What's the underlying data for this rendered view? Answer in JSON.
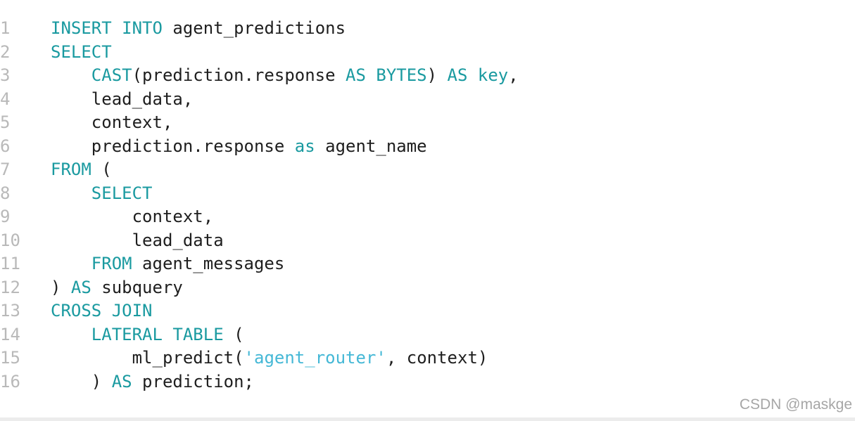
{
  "editor": {
    "lines": [
      {
        "no": "1",
        "indent": "",
        "tokens": [
          {
            "t": "kw",
            "v": "INSERT INTO"
          },
          {
            "t": "plain",
            "v": " agent_predictions"
          }
        ]
      },
      {
        "no": "2",
        "indent": "",
        "tokens": [
          {
            "t": "kw",
            "v": "SELECT"
          }
        ]
      },
      {
        "no": "3",
        "indent": "    ",
        "tokens": [
          {
            "t": "kw",
            "v": "CAST"
          },
          {
            "t": "plain",
            "v": "(prediction.response "
          },
          {
            "t": "kw",
            "v": "AS BYTES"
          },
          {
            "t": "plain",
            "v": ") "
          },
          {
            "t": "kw",
            "v": "AS"
          },
          {
            "t": "plain",
            "v": " "
          },
          {
            "t": "kw",
            "v": "key"
          },
          {
            "t": "plain",
            "v": ","
          }
        ]
      },
      {
        "no": "4",
        "indent": "    ",
        "tokens": [
          {
            "t": "plain",
            "v": "lead_data,"
          }
        ]
      },
      {
        "no": "5",
        "indent": "    ",
        "tokens": [
          {
            "t": "plain",
            "v": "context,"
          }
        ]
      },
      {
        "no": "6",
        "indent": "    ",
        "tokens": [
          {
            "t": "plain",
            "v": "prediction.response "
          },
          {
            "t": "kw",
            "v": "as"
          },
          {
            "t": "plain",
            "v": " agent_name"
          }
        ]
      },
      {
        "no": "7",
        "indent": "",
        "tokens": [
          {
            "t": "kw",
            "v": "FROM"
          },
          {
            "t": "plain",
            "v": " ("
          }
        ]
      },
      {
        "no": "8",
        "indent": "    ",
        "tokens": [
          {
            "t": "kw",
            "v": "SELECT"
          }
        ]
      },
      {
        "no": "9",
        "indent": "        ",
        "tokens": [
          {
            "t": "plain",
            "v": "context,"
          }
        ]
      },
      {
        "no": "10",
        "indent": "        ",
        "tokens": [
          {
            "t": "plain",
            "v": "lead_data"
          }
        ]
      },
      {
        "no": "11",
        "indent": "    ",
        "tokens": [
          {
            "t": "kw",
            "v": "FROM"
          },
          {
            "t": "plain",
            "v": " agent_messages"
          }
        ]
      },
      {
        "no": "12",
        "indent": "",
        "tokens": [
          {
            "t": "plain",
            "v": ") "
          },
          {
            "t": "kw",
            "v": "AS"
          },
          {
            "t": "plain",
            "v": " subquery"
          }
        ]
      },
      {
        "no": "13",
        "indent": "",
        "tokens": [
          {
            "t": "kw",
            "v": "CROSS JOIN"
          }
        ]
      },
      {
        "no": "14",
        "indent": "    ",
        "tokens": [
          {
            "t": "kw",
            "v": "LATERAL TABLE"
          },
          {
            "t": "plain",
            "v": " ("
          }
        ]
      },
      {
        "no": "15",
        "indent": "        ",
        "tokens": [
          {
            "t": "plain",
            "v": "ml_predict("
          },
          {
            "t": "str",
            "v": "'agent_router'"
          },
          {
            "t": "plain",
            "v": ", context)"
          }
        ]
      },
      {
        "no": "16",
        "indent": "    ",
        "tokens": [
          {
            "t": "plain",
            "v": ") "
          },
          {
            "t": "kw",
            "v": "AS"
          },
          {
            "t": "plain",
            "v": " prediction;"
          }
        ]
      }
    ]
  },
  "watermark": "CSDN @maskge",
  "colors": {
    "keyword": "#1a9aa0",
    "string": "#45b8d6",
    "text": "#1e1e1e",
    "line_number": "#b9b9b9"
  }
}
